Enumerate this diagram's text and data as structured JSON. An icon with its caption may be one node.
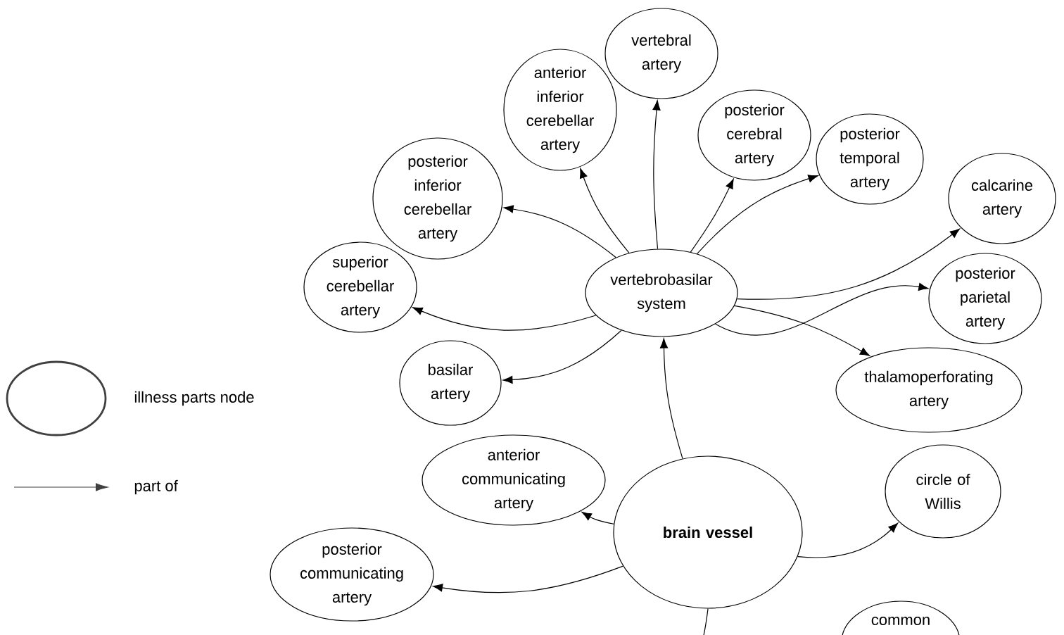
{
  "diagram": {
    "nodes": [
      {
        "text": [
          "vertebrobasilar system"
        ]
      },
      {
        "text": [
          "vertebral artery"
        ]
      },
      {
        "text": [
          "anterior inferior cerebellar artery"
        ]
      },
      {
        "text": [
          "posterior cerebral artery"
        ]
      },
      {
        "text": [
          "posterior temporal artery"
        ]
      },
      {
        "text": [
          "calcarine artery"
        ]
      },
      {
        "text": [
          "posterior parietal artery"
        ]
      },
      {
        "text": [
          "thalamoperforating artery"
        ]
      },
      {
        "text": [
          "posterior inferior cerebellar artery"
        ]
      },
      {
        "text": [
          "superior cerebellar artery"
        ]
      },
      {
        "text": [
          "basilar artery"
        ]
      },
      {
        "text": [
          "anterior communicating artery"
        ]
      },
      {
        "text": [
          "brain vessel"
        ]
      },
      {
        "text": [
          "circle of Willis"
        ]
      },
      {
        "text": [
          "posterior communicating artery"
        ]
      },
      {
        "text": [
          "common"
        ]
      }
    ],
    "edges": [
      {
        "from": 0,
        "to": 1,
        "arrow": "to"
      },
      {
        "from": 0,
        "to": 2,
        "arrow": "to"
      },
      {
        "from": 0,
        "to": 3,
        "arrow": "to"
      },
      {
        "from": 0,
        "to": 4,
        "arrow": "to"
      },
      {
        "from": 0,
        "to": 5,
        "arrow": "to"
      },
      {
        "from": 0,
        "to": 6,
        "arrow": "to"
      },
      {
        "from": 0,
        "to": 7,
        "arrow": "to"
      },
      {
        "from": 0,
        "to": 8,
        "arrow": "to"
      },
      {
        "from": 0,
        "to": 9,
        "arrow": "to"
      },
      {
        "from": 0,
        "to": 10,
        "arrow": "to"
      },
      {
        "from": 12,
        "to": 0,
        "arrow": "to"
      },
      {
        "from": 12,
        "to": 11,
        "arrow": "to"
      },
      {
        "from": 12,
        "to": 13,
        "arrow": "to"
      },
      {
        "from": 12,
        "to": 14,
        "arrow": "to"
      },
      {
        "from": 12,
        "to": null,
        "arrow": "none"
      }
    ],
    "legend": [
      {
        "text": "illness parts node"
      },
      {
        "text": "part of"
      }
    ]
  }
}
